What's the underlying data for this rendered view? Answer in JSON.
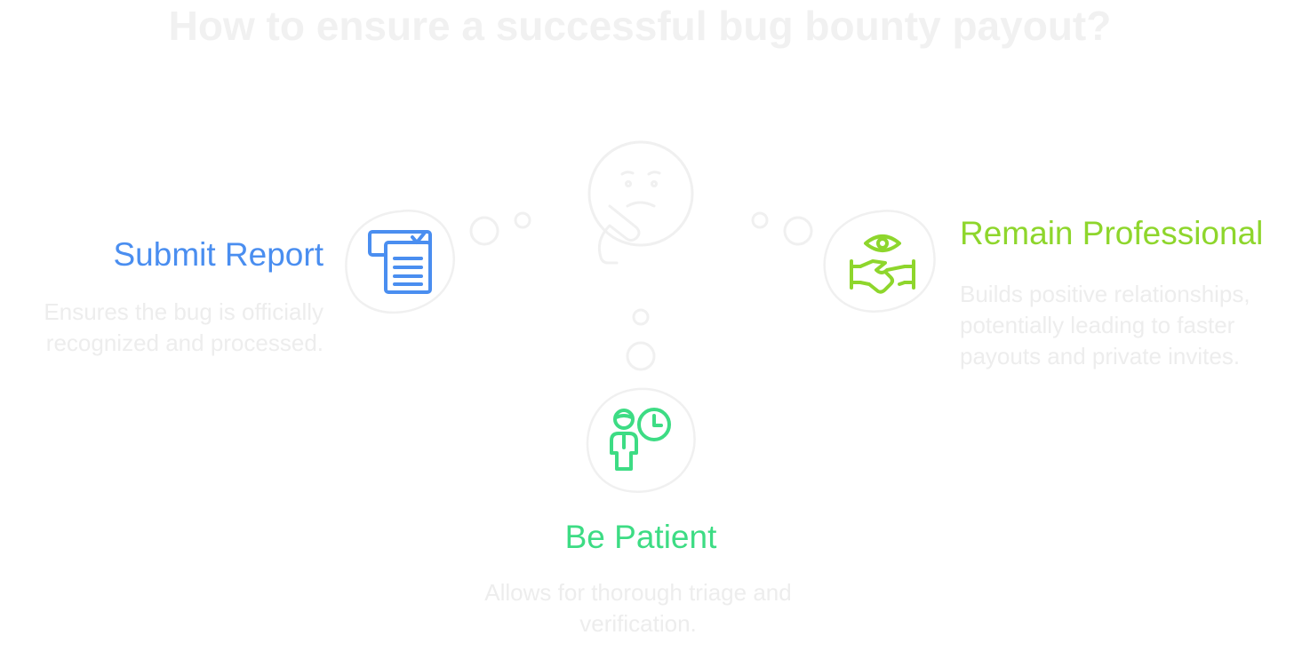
{
  "title": "How to ensure a successful bug bounty payout?",
  "colors": {
    "submit": "#4a8ef0",
    "patient": "#3ddc84",
    "professional": "#8ed62c",
    "faint": "#eeeeee"
  },
  "items": [
    {
      "icon": "report-checklist-icon",
      "label": "Submit Report",
      "desc_lines": [
        "Ensures the bug is officially",
        "recognized and processed."
      ]
    },
    {
      "icon": "handshake-eye-icon",
      "label": "Remain Professional",
      "desc_lines": [
        "Builds positive relationships,",
        "potentially leading to faster",
        "payouts and private invites."
      ]
    },
    {
      "icon": "person-clock-icon",
      "label": "Be Patient",
      "desc_lines": [
        "Allows for thorough triage and",
        "verification."
      ]
    }
  ],
  "center_icon": "thinking-face-icon"
}
